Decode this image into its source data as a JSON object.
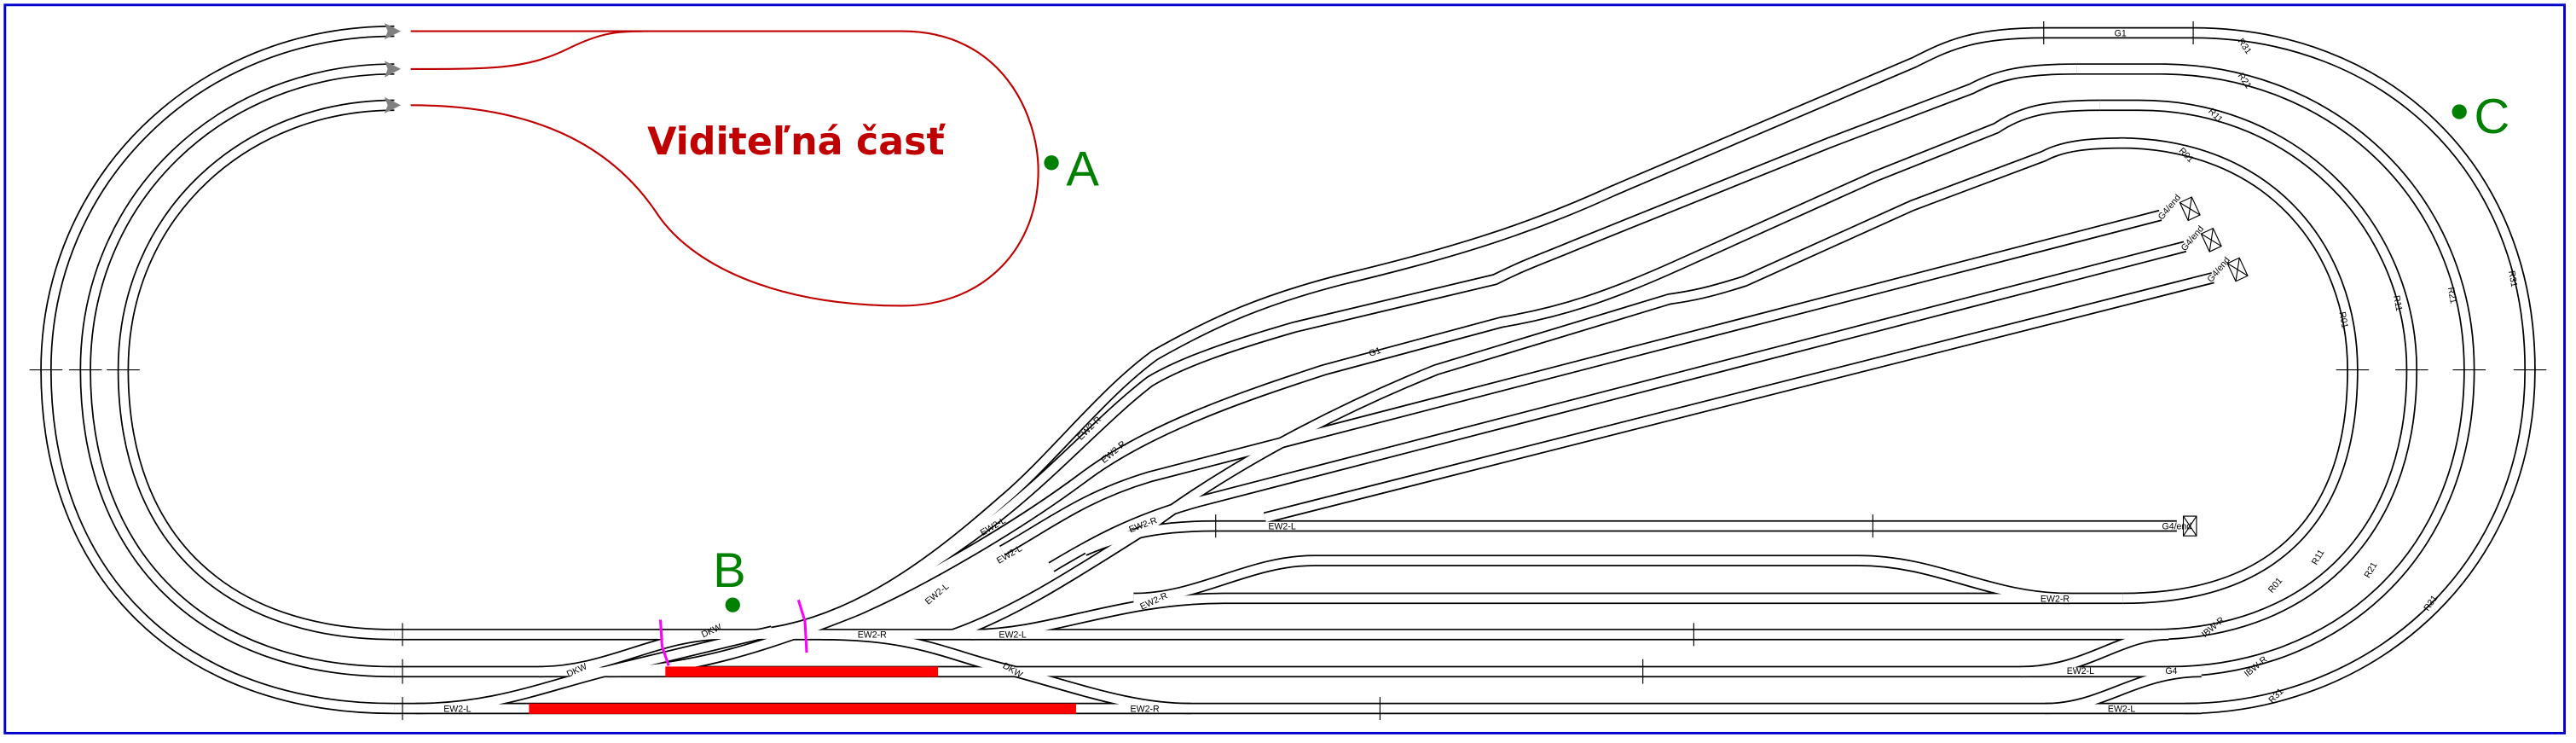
{
  "title": "Viditeľná časť",
  "markers": [
    "A",
    "B",
    "C"
  ],
  "colors": {
    "border": "#0000cc",
    "visible_part": "#c00000",
    "marker": "#008000",
    "section_cut": "#ff00ff",
    "occupied_block": "#ff0000",
    "arrow": "#808080"
  },
  "labels": [
    "G1",
    "R31",
    "R21",
    "R11",
    "R01",
    "G4/end",
    "G4/end",
    "G4/end",
    "G4/end",
    "EW2-R",
    "EW2-R",
    "EW2-L",
    "EW2-L",
    "EW2-R",
    "EW2-L",
    "EW2-L",
    "EW2-R",
    "EW2-R",
    "DKW",
    "EW2-R",
    "EW2-L",
    "DKW",
    "DKW",
    "EW2-L",
    "G4",
    "IBW-R",
    "IBW-R",
    "EW2-L",
    "EW2-R",
    "EW2-L",
    "R31",
    "R01",
    "R11",
    "R21",
    "R31",
    "G1",
    "R01",
    "R11",
    "R21",
    "R31"
  ]
}
